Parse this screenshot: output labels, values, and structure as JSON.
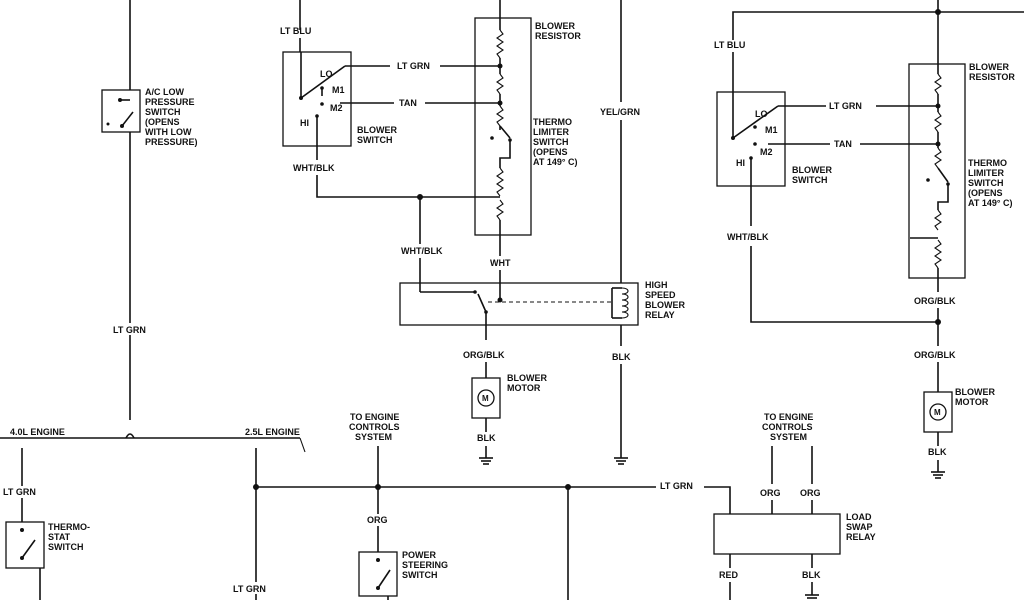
{
  "left_circuit": {
    "lt_blu": "LT BLU",
    "blower_switch": {
      "lo": "LO",
      "m1": "M1",
      "m2": "M2",
      "hi": "HI",
      "name_1": "BLOWER",
      "name_2": "SWITCH"
    },
    "lt_grn": "LT GRN",
    "tan": "TAN",
    "wht_blk_1": "WHT/BLK",
    "wht_blk_2": "WHT/BLK",
    "wht": "WHT",
    "blower_resistor_1": "BLOWER",
    "blower_resistor_2": "RESISTOR",
    "thermo_limiter": [
      "THERMO",
      "LIMITER",
      "SWITCH",
      "(OPENS",
      "AT 149° C)"
    ],
    "yel_grn": "YEL/GRN",
    "relay": [
      "HIGH",
      "SPEED",
      "BLOWER",
      "RELAY"
    ],
    "org_blk": "ORG/BLK",
    "blk_relay": "BLK",
    "blower_motor_1": "BLOWER",
    "blower_motor_2": "MOTOR",
    "blk_motor": "BLK",
    "motor_symbol": "M"
  },
  "ac_switch": {
    "label": [
      "A/C LOW",
      "PRESSURE",
      "SWITCH",
      "(OPENS",
      "WITH LOW",
      "PRESSURE)"
    ],
    "lt_grn": "LT GRN"
  },
  "engine_bus": {
    "engine_4_0": "4.0L ENGINE",
    "engine_2_5": "2.5L ENGINE",
    "lt_grn_left": "LT GRN",
    "thermostat": [
      "THERMO-",
      "STAT",
      "SWITCH"
    ],
    "lt_grn_bottom": "LT GRN",
    "to_engine": [
      "TO ENGINE",
      "CONTROLS",
      "SYSTEM"
    ],
    "org": "ORG",
    "power_steering": [
      "POWER",
      "STEERING",
      "SWITCH"
    ],
    "lt_grn_right": "LT GRN"
  },
  "right_circuit": {
    "lt_blu": "LT BLU",
    "blower_switch": {
      "lo": "LO",
      "m1": "M1",
      "m2": "M2",
      "hi": "HI",
      "name_1": "BLOWER",
      "name_2": "SWITCH"
    },
    "lt_grn": "LT GRN",
    "tan": "TAN",
    "wht_blk": "WHT/BLK",
    "blower_resistor_1": "BLOWER",
    "blower_resistor_2": "RESISTOR",
    "thermo_limiter": [
      "THERMO",
      "LIMITER",
      "SWITCH",
      "(OPENS",
      "AT 149° C)"
    ],
    "org_blk_1": "ORG/BLK",
    "org_blk_2": "ORG/BLK",
    "blower_motor_1": "BLOWER",
    "blower_motor_2": "MOTOR",
    "blk": "BLK",
    "motor_symbol": "M"
  },
  "load_swap": {
    "to_engine": [
      "TO ENGINE",
      "CONTROLS",
      "SYSTEM"
    ],
    "org_1": "ORG",
    "org_2": "ORG",
    "relay": [
      "LOAD",
      "SWAP",
      "RELAY"
    ],
    "red": "RED",
    "blk": "BLK"
  }
}
